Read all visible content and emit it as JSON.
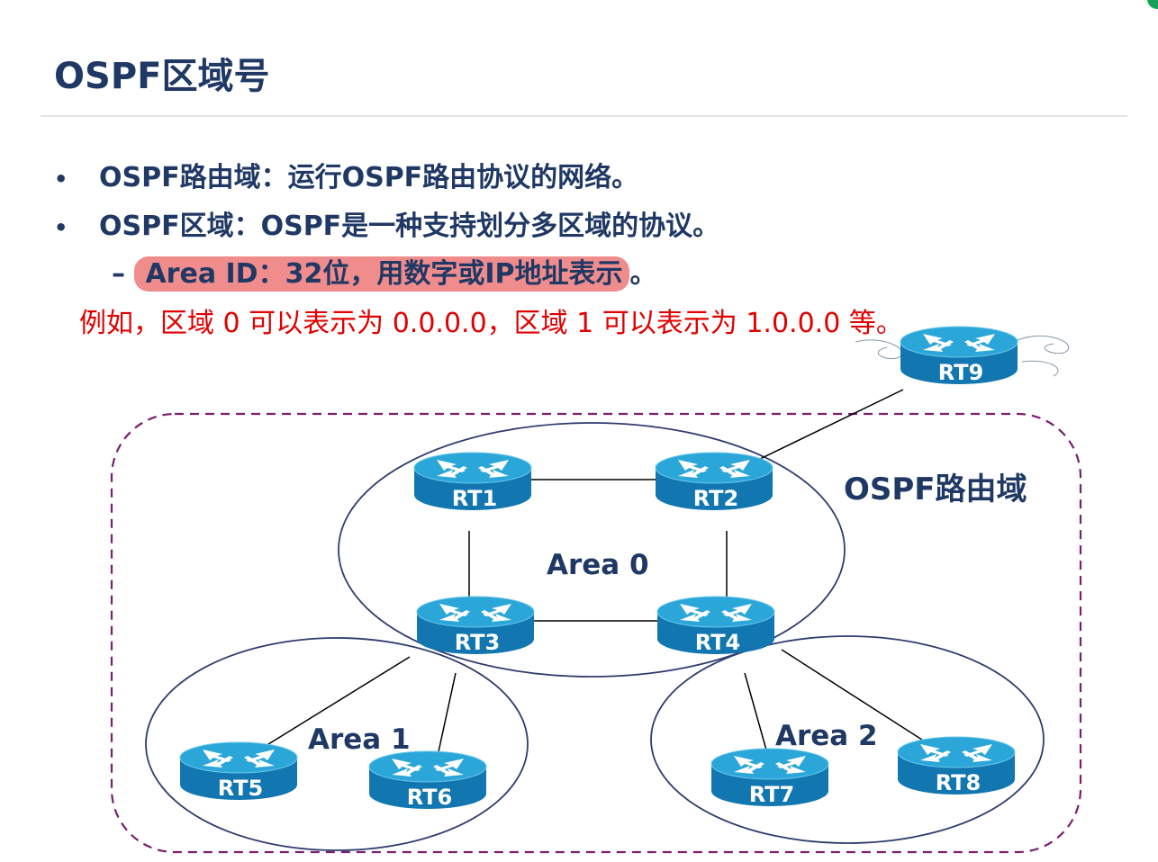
{
  "slide": {
    "title": "OSPF区域号",
    "bullets": [
      "OSPF路由域：运行OSPF路由协议的网络。",
      "OSPF区域：OSPF是一种支持划分多区域的协议。"
    ],
    "sub_dash": "–",
    "sub_text": "Area ID：32位，用数字或IP地址表示",
    "sub_tail": "。",
    "example": "例如，区域 0 可以表示为 0.0.0.0，区域 1 可以表示为 1.0.0.0 等。"
  },
  "diagram": {
    "domain_label": "OSPF路由域",
    "area_labels": [
      "Area 0",
      "Area 1",
      "Area 2"
    ],
    "routers": [
      "RT1",
      "RT2",
      "RT3",
      "RT4",
      "RT5",
      "RT6",
      "RT7",
      "RT8",
      "RT9"
    ],
    "colors": {
      "router_top": "#2aa6d8",
      "router_body": "#1276b0",
      "domain_border": "#7a1e6e",
      "line": "#000000"
    }
  }
}
